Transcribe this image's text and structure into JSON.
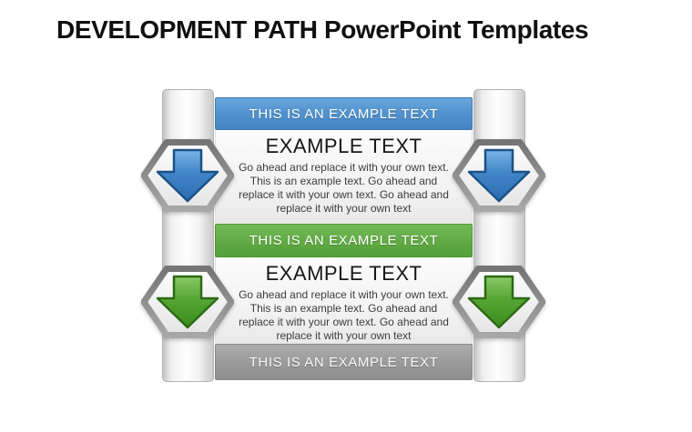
{
  "header": {
    "title": "DEVELOPMENT PATH PowerPoint Templates"
  },
  "diagram": {
    "banners": [
      {
        "label": "THIS IS AN EXAMPLE TEXT",
        "color": "#4f8cc9"
      },
      {
        "label": "THIS IS AN EXAMPLE TEXT",
        "color": "#62ab45"
      },
      {
        "label": "THIS IS AN EXAMPLE TEXT",
        "color": "#9b9b9b"
      }
    ],
    "sections": [
      {
        "heading": "EXAMPLE TEXT",
        "lines": [
          "Go ahead and replace it with your own text.",
          "This is an example text. Go ahead and",
          "replace it with your own text. Go ahead and",
          "replace it with your own text"
        ],
        "arrow_icon": "down-arrow-icon",
        "arrow_color": "#3d85c6"
      },
      {
        "heading": "EXAMPLE TEXT",
        "lines": [
          "Go ahead and replace it with your own text.",
          "This is an example text. Go ahead and",
          "replace it with your own text. Go ahead and",
          "replace it with your own text"
        ],
        "arrow_icon": "down-arrow-icon",
        "arrow_color": "#55a534"
      }
    ]
  }
}
